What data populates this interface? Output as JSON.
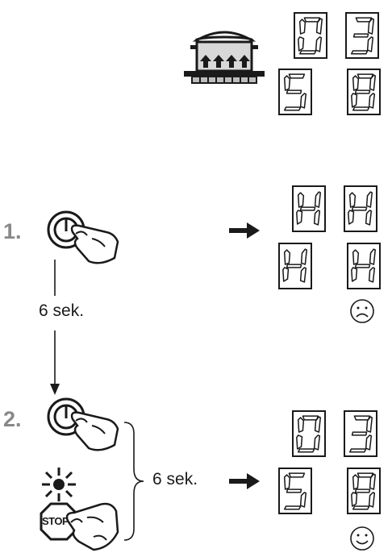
{
  "displays": {
    "top": {
      "digits": [
        "0",
        "3",
        "5",
        "8"
      ]
    },
    "step1": {
      "digits": [
        "H",
        "H",
        "H",
        "H"
      ]
    },
    "step2": {
      "digits": [
        "0",
        "3",
        "5",
        "8"
      ]
    }
  },
  "steps": {
    "step1_number": "1.",
    "step2_number": "2.",
    "interval_label": "6 sek.",
    "bracket_label": "6 sek.",
    "stop_sign_text": "STOP"
  },
  "icons": {
    "pot": "cooktop-pot-icon",
    "power_button": "power-button-icon",
    "hand": "pressing-finger-icon",
    "stop_button": "stop-button-icon",
    "sad_face": "sad-face-icon",
    "happy_face": "happy-face-icon",
    "arrow": "right-arrow-icon"
  },
  "colors": {
    "ink": "#1a1a1a",
    "step_number": "#888888",
    "pot_gray": "#bdbdbd"
  }
}
